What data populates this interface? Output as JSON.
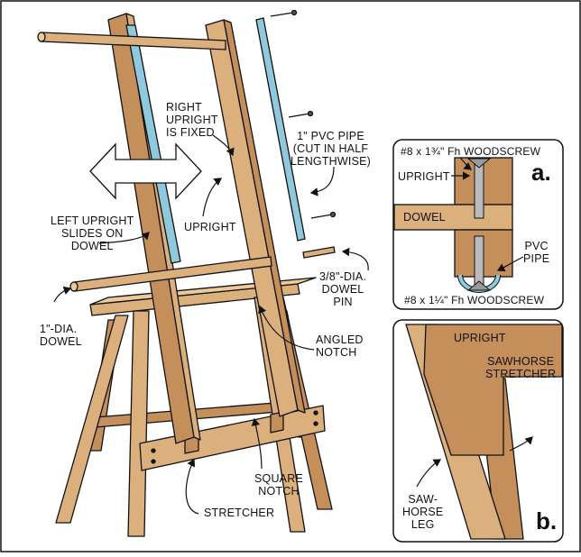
{
  "main_labels": {
    "right_upright_fixed": "RIGHT\nUPRIGHT\nIS FIXED",
    "pvc_pipe": "1\" PVC PIPE\n(CUT IN HALF\nLENGTHWISE)",
    "upright": "UPRIGHT",
    "left_upright_slides": "LEFT UPRIGHT\nSLIDES ON\nDOWEL",
    "dowel_pin": "3/8\"-DIA.\nDOWEL\nPIN",
    "dowel_1in": "1\"-DIA.\nDOWEL",
    "angled_notch": "ANGLED\nNOTCH",
    "square_notch": "SQUARE\nNOTCH",
    "stretcher": "STRETCHER"
  },
  "detail_a": {
    "letter": "a.",
    "screw_top": "#8 x 1¾\" Fh WOODSCREW",
    "upright": "UPRIGHT",
    "dowel": "DOWEL",
    "pvc_pipe": "PVC\nPIPE",
    "screw_bottom": "#8 x 1¼\" Fh WOODSCREW"
  },
  "detail_b": {
    "letter": "b.",
    "upright": "UPRIGHT",
    "sawhorse_stretcher": "SAWHORSE\nSTRETCHER",
    "sawhorse_leg": "SAW-\nHORSE\nLEG"
  },
  "colors": {
    "wood": "#dcb07c",
    "wood_dark": "#c48f5a",
    "wood_light": "#ecc999",
    "pvc": "#8ec9de",
    "outline": "#111111",
    "panel_bg": "#ffffff"
  }
}
